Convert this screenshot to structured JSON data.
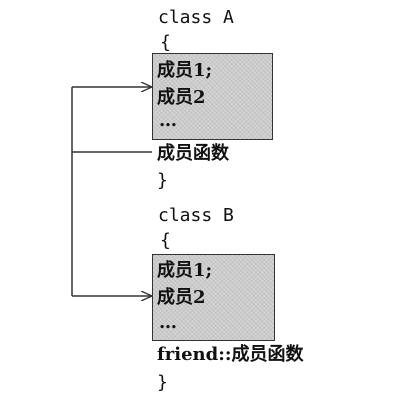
{
  "class_a": {
    "header": "class A",
    "open_brace": "{",
    "members": [
      "成员1;",
      "成员2",
      "…"
    ],
    "member_function": "成员函数",
    "close_brace": "}"
  },
  "class_b": {
    "header": "class B",
    "open_brace": "{",
    "members": [
      "成员1;",
      "成员2",
      "…"
    ],
    "friend_decl": "friend::成员函数",
    "close_brace": "}"
  }
}
